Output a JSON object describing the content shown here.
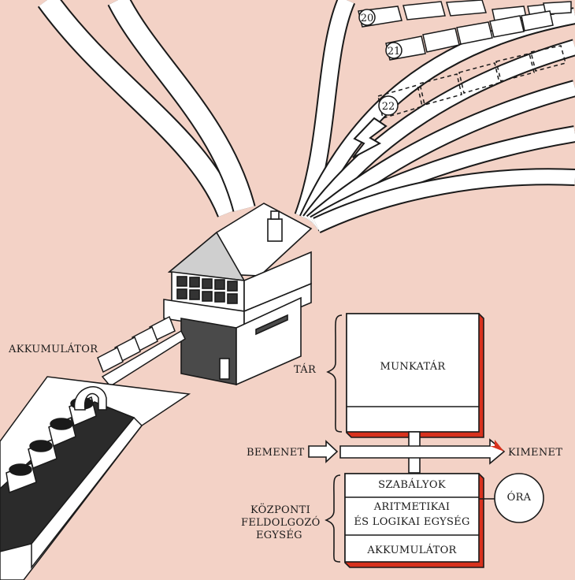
{
  "labels": {
    "akkumulator_left": "AKKUMULÁTOR",
    "tar": "TÁR",
    "munkatar": "MUNKATÁR",
    "bemenet": "BEMENET",
    "kimenet": "KIMENET",
    "szabalyok": "SZABÁLYOK",
    "aritmetikai_1": "ARITMETIKAI",
    "aritmetikai_2": "ÉS LOGIKAI EGYSÉG",
    "akkumulator_box": "AKKUMULÁTOR",
    "ora": "ÓRA",
    "kozponti_1": "KÖZPONTI",
    "kozponti_2": "FELDOLGOZÓ",
    "kozponti_3": "EGYSÉG"
  },
  "wagon_numbers": [
    "20",
    "21",
    "22",
    "22"
  ],
  "colors": {
    "background": "#f3d2c6",
    "ink": "#1a1a1a",
    "accent_red": "#d8321e",
    "paper": "#ffffff"
  }
}
